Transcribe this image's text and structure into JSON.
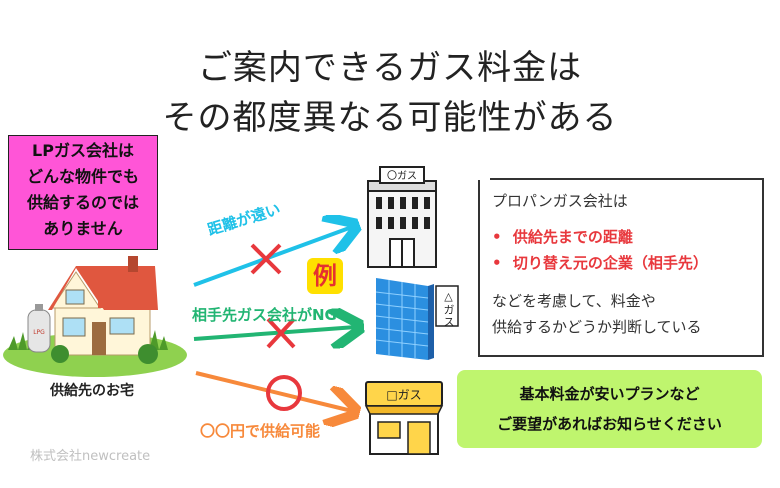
{
  "title": {
    "line1": "ご案内できるガス料金は",
    "line2": "その都度異なる可能性がある"
  },
  "lp_box": {
    "line1": "LPガス会社は",
    "line2": "どんな物件でも",
    "line3": "供給するのでは",
    "line4": "ありません"
  },
  "house": {
    "caption": "供給先のお宅",
    "tank_label": "LPG"
  },
  "arrows": {
    "distance_label": "距離が遠い",
    "partner_label": "相手先ガス会社がNG",
    "ok_label": "〇〇円で供給可能"
  },
  "example_badge": "例",
  "companies": {
    "top_sign": "〇ガス",
    "middle_sign": "△ガス",
    "bottom_sign": "□ガス"
  },
  "info": {
    "heading": "プロパンガス会社は",
    "bullet1": "供給先までの距離",
    "bullet2": "切り替え元の企業（相手先）",
    "line1": "などを考慮して、料金や",
    "line2": "供給するかどうか判断している",
    "bullet_mark": "•"
  },
  "recommend": {
    "line1": "基本料金が安いプランなど",
    "line2": "ご要望があればお知らせください"
  },
  "footer": "株式会社newcreate",
  "colors": {
    "cyan": "#1fc1e8",
    "green": "#22b573",
    "orange": "#f7893b",
    "red": "#e8383d",
    "pink": "#ff55d7",
    "lime": "#bff56e"
  }
}
